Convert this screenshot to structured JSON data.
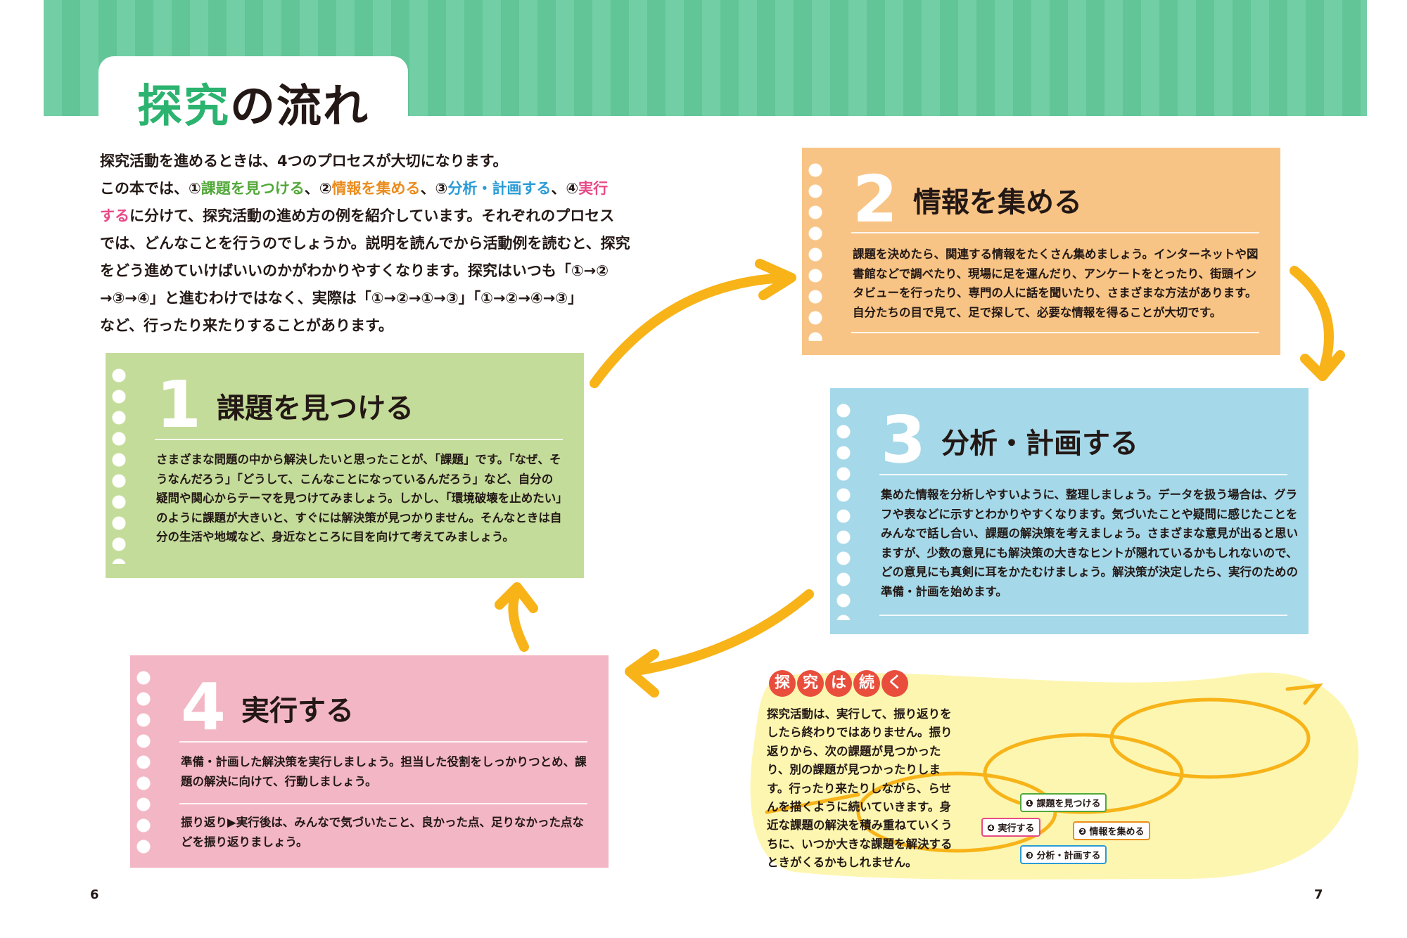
{
  "title": {
    "kanji": "探究",
    "kana1": "の",
    "kanji2": "流",
    "kana2": "れ"
  },
  "intro": [
    "探究活動を進めるときは、4つのプロセスが大切になります。",
    "この本では、①課題を見つける、②情報を集める、③分析・計画する、④実行",
    "するに分けて、探究活動の進め方の例を紹介しています。それぞれのプロセス",
    "では、どんなことを行うのでしょうか。説明を読んでから活動例を読むと、探究",
    "をどう進めていけばいいのかがわかりやすくなります。探究はいつも「①→②",
    "→③→④」と進むわけではなく、実際は「①→②→①→③」「①→②→④→③」",
    "など、行ったり来たりすることがあります。"
  ],
  "colors": {
    "banner": "#6dcca0",
    "step1": "#c4dc9a",
    "step2": "#f8c485",
    "step3": "#a5d8e8",
    "step4": "#f3b6c4",
    "arrow": "#f7b318",
    "note": "#fdf6b0"
  },
  "steps": [
    {
      "num": "1",
      "title": "課題を見つける",
      "body": [
        "さまざまな問題の中から解決したいと思ったことが、「課題」です。「なぜ、そ",
        "うなんだろう」「どうして、こんなことになっているんだろう」など、自分の",
        "疑問や関心からテーマを見つけてみましょう。しかし、「環境破壊を止めたい」",
        "のように課題が大きいと、すぐには解決策が見つかりません。そんなときは自",
        "分の生活や地域など、身近なところに目を向けて考えてみましょう。"
      ]
    },
    {
      "num": "2",
      "title": "情報を集める",
      "body": [
        "課題を決めたら、関連する情報をたくさん集めましょう。インターネットや図",
        "書館などで調べたり、現場に足を運んだり、アンケートをとったり、街頭イン",
        "タビューを行ったり、専門の人に話を聞いたり、さまざまな方法があります。",
        "自分たちの目で見て、足で探して、必要な情報を得ることが大切です。"
      ]
    },
    {
      "num": "3",
      "title": "分析・計画する",
      "body": [
        "集めた情報を分析しやすいように、整理しましょう。データを扱う場合は、グラ",
        "フや表などに示すとわかりやすくなります。気づいたことや疑問に感じたことを",
        "みんなで話し合い、課題の解決策を考えましょう。さまざまな意見が出ると思い",
        "ますが、少数の意見にも解決策の大きなヒントが隠れているかもしれないので、",
        "どの意見にも真剣に耳をかたむけましょう。解決策が決定したら、実行のための",
        "準備・計画を始めます。"
      ]
    },
    {
      "num": "4",
      "title": "実行する",
      "body": [
        "準備・計画した解決策を実行しましょう。担当した役割をしっかりつとめ、課",
        "題の解決に向けて、行動しましょう。"
      ],
      "body2": [
        "振り返り▶実行後は、みんなで気づいたこと、良かった点、足りなかった点な",
        "どを振り返りましょう。"
      ]
    }
  ],
  "note": {
    "badges": [
      "探",
      "究",
      "は",
      "続",
      "く"
    ],
    "body": [
      "探究活動は、実行して、振り返りを",
      "したら終わりではありません。振り",
      "返りから、次の課題が見つかった",
      "り、別の課題が見つかったりしま",
      "す。行ったり来たりしながら、らせ",
      "んを描くように続いていきます。身",
      "近な課題の解決を積み重ねていくう",
      "ちに、いつか大きな課題を解決する",
      "ときがくるかもしれません。"
    ],
    "mini_labels": [
      "❶ 課題を見つける",
      "❷ 情報を集める",
      "❸ 分析・計画する",
      "❹ 実行する"
    ]
  },
  "pages": {
    "left": "6",
    "right": "7"
  }
}
